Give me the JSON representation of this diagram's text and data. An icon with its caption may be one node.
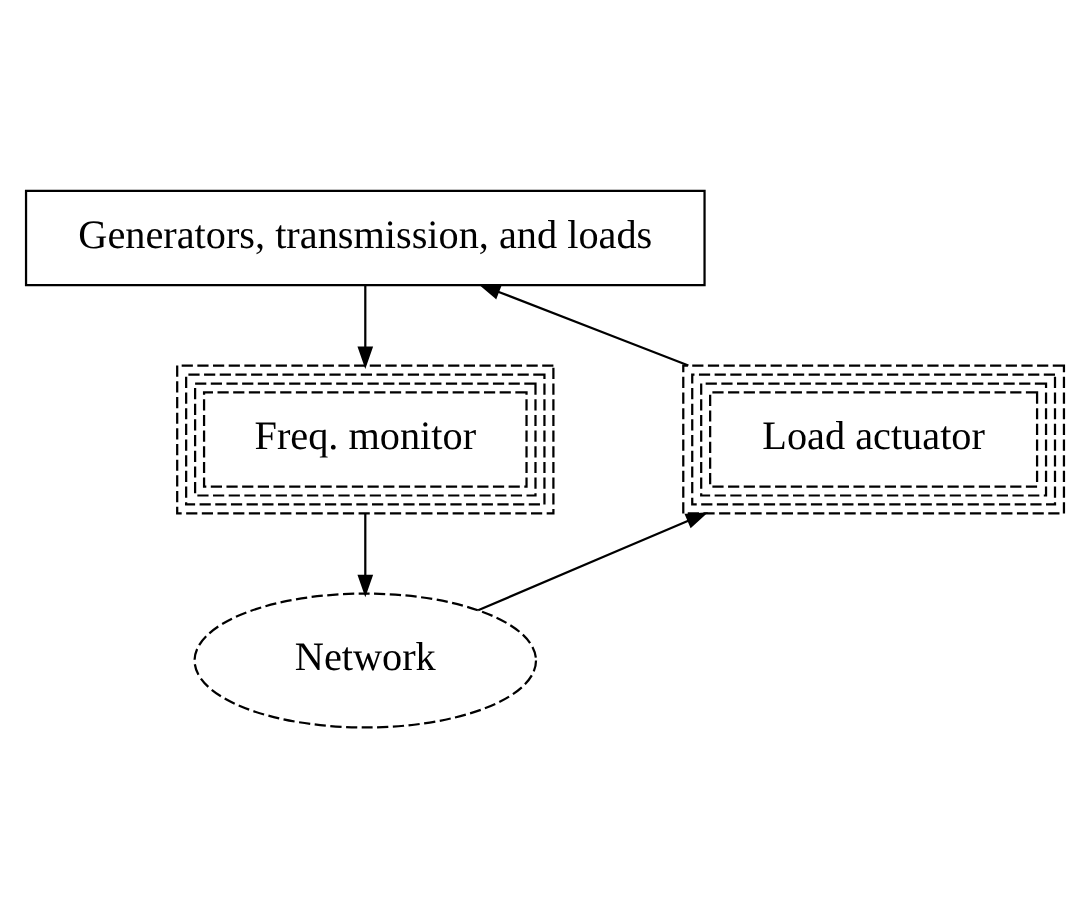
{
  "diagram": {
    "nodes": [
      {
        "text": [
          "Generators, transmission, and loads"
        ]
      },
      {
        "text": [
          "Freq. monitor"
        ]
      },
      {
        "text": [
          "Network"
        ]
      },
      {
        "text": [
          "Load actuator"
        ]
      }
    ],
    "edges": [
      {
        "from": 0,
        "to": 1,
        "arrow": "to"
      },
      {
        "from": 1,
        "to": 2,
        "arrow": "to"
      },
      {
        "from": 2,
        "to": 3,
        "arrow": "to"
      },
      {
        "from": 3,
        "to": 0,
        "arrow": "to"
      }
    ]
  }
}
